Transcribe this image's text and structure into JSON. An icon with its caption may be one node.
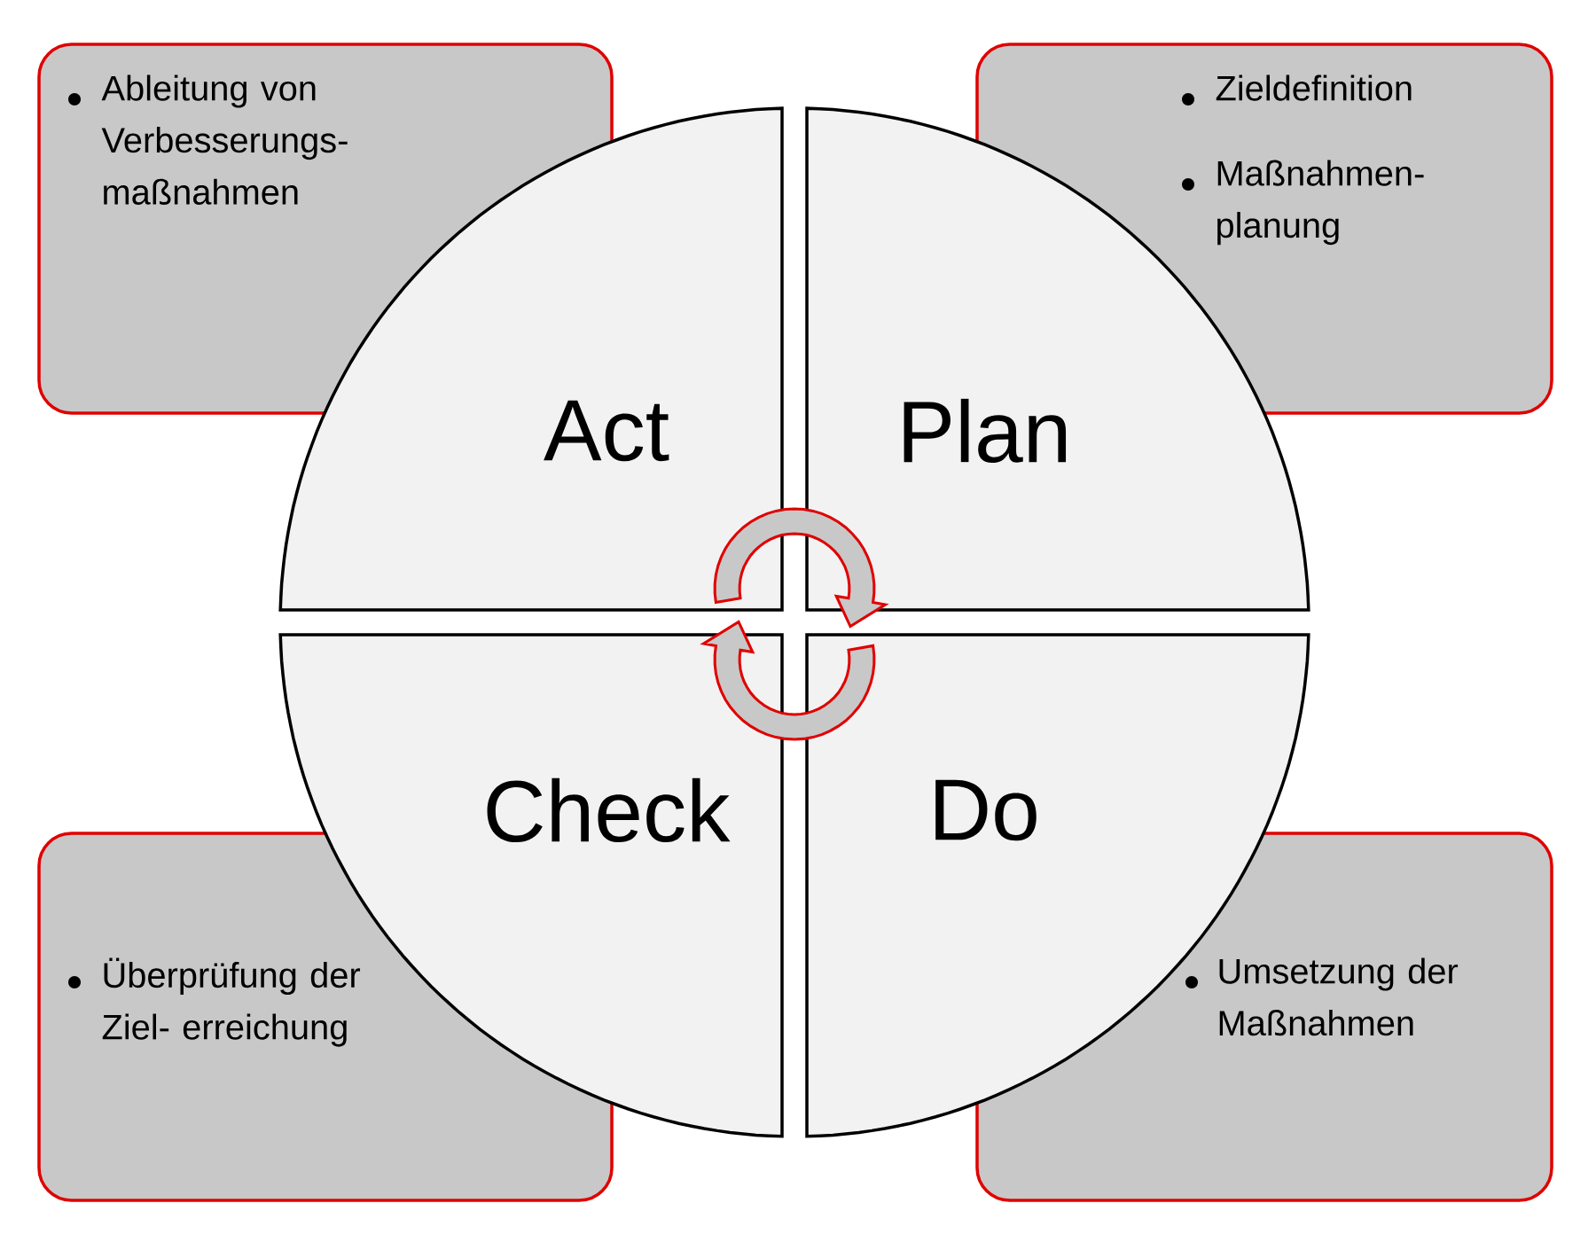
{
  "diagram": {
    "nodes": [
      {
        "text": [
          "Ableitung von Verbesserungs- maßnahmen"
        ]
      },
      {
        "text": [
          "Zieldefinition",
          "Maßnahmen- planung"
        ]
      },
      {
        "text": [
          "Act"
        ]
      },
      {
        "text": [
          "Plan"
        ]
      },
      {
        "text": [
          "Check"
        ]
      },
      {
        "text": [
          "Do"
        ]
      },
      {
        "text": [
          "Überprüfung der Ziel- erreichung"
        ]
      },
      {
        "text": [
          "Umsetzung der Maßnahmen"
        ]
      }
    ],
    "edges": [
      {
        "from": 2,
        "to": 3,
        "arrow": "to"
      },
      {
        "from": 5,
        "to": 4,
        "arrow": "to"
      }
    ]
  }
}
